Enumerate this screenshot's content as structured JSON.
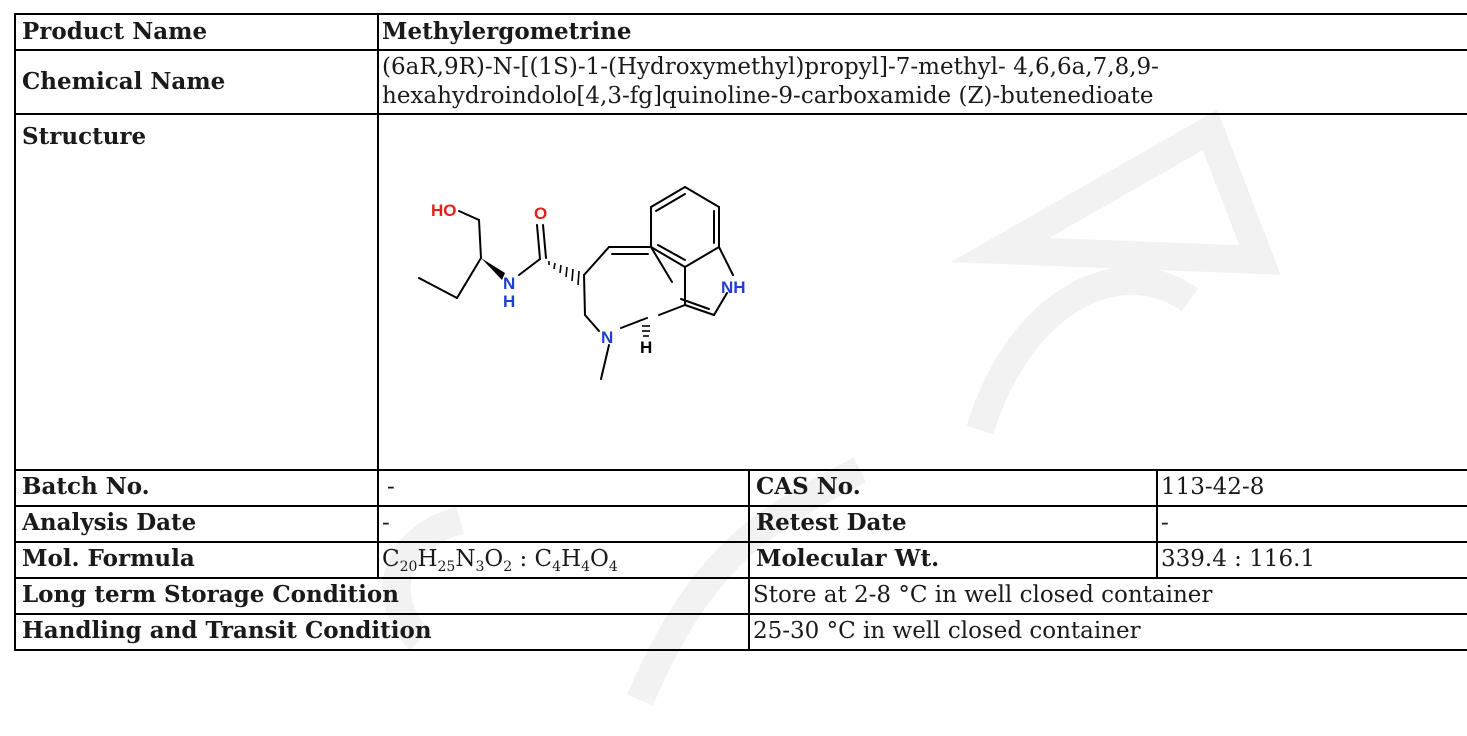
{
  "product": {
    "label": "Product Name",
    "value": "Methylergometrine"
  },
  "chemical": {
    "label": "Chemical Name",
    "line1": "(6aR,9R)-N-[(1S)-1-(Hydroxymethyl)propyl]-7-methyl- 4,6,6a,7,8,9-",
    "line2": "hexahydroindolo[4,3-fg]quinoline-9-carboxamide (Z)-butenedioate"
  },
  "structure": {
    "label": "Structure",
    "atoms": {
      "ho": "HO",
      "o": "O",
      "n_amide": "N",
      "h_amide": "H",
      "nh": "NH",
      "n_ring": "N",
      "h_ring": "H"
    }
  },
  "batch": {
    "label": "Batch No.",
    "value": "-"
  },
  "cas": {
    "label": "CAS No.",
    "value": "113-42-8"
  },
  "analysis": {
    "label": "Analysis Date",
    "value": "-"
  },
  "retest": {
    "label": "Retest Date",
    "value": "-"
  },
  "formula": {
    "label": "Mol. Formula",
    "parts": [
      {
        "el": "C",
        "n": "20"
      },
      {
        "el": "H",
        "n": "25"
      },
      {
        "el": "N",
        "n": "3"
      },
      {
        "el": "O",
        "n": "2"
      }
    ],
    "separator": " : ",
    "parts2": [
      {
        "el": "C",
        "n": "4"
      },
      {
        "el": "H",
        "n": "4"
      },
      {
        "el": "O",
        "n": "4"
      }
    ]
  },
  "molwt": {
    "label": "Molecular Wt.",
    "value": "339.4 : 116.1"
  },
  "storage": {
    "label": "Long term Storage Condition",
    "value": "Store at 2-8 °C in well closed container"
  },
  "handling": {
    "label": "Handling and Transit Condition",
    "value": "25-30 °C in well closed container"
  },
  "colors": {
    "oxygen": "#e0201b",
    "nitrogen": "#1f3fd1",
    "bond": "#000000",
    "watermark": "#f1f1f1"
  }
}
